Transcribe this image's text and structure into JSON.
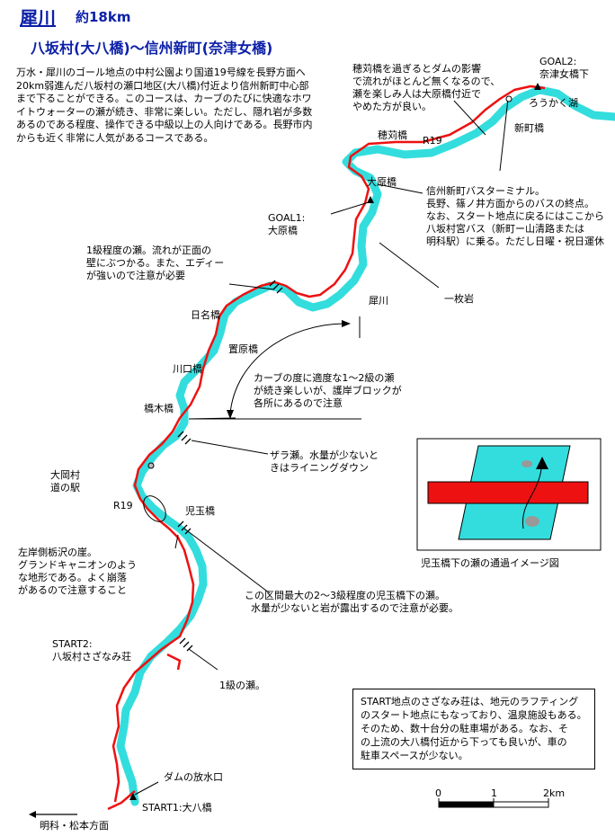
{
  "title": {
    "river": "犀川",
    "length": "約18km",
    "route": "八坂村(大八橋)〜信州新町(奈津女橋)"
  },
  "description": "万水・犀川のゴール地点の中村公園より国道19号線を長野方面へ20km弱進んだ八坂村の瀬口地区(大八橋)付近より信州新町中心部まで下ることができる。このコースは、カーブのたびに快適なホワイトウォーターの瀬が続き、非常に楽しい。ただし、隠れ岩が多数あるのである程度、操作できる中級以上の人向けである。長野市内からも近く非常に人気があるコースである。",
  "places": {
    "goal2": "GOAL2:\n奈津女橋下",
    "rokaku": "ろうかく湖",
    "shinmachi_bridge": "新町橋",
    "hozumi": "穂苅橋",
    "r19_top": "R19",
    "ohara": "大原橋",
    "goal1": "GOAL1:\n大原橋",
    "saigawa": "犀川",
    "ichimai": "一枚岩",
    "hina": "日名橋",
    "okihara": "置原橋",
    "kawaguchi": "川口橋",
    "hashigi": "橋木橋",
    "ooka": "大岡村\n道の駅",
    "r19_mid": "R19",
    "kodama": "児玉橋",
    "start2": "START2:\n八坂村さざなみ荘",
    "dam": "ダムの放水口",
    "start1": "START1:大八橋",
    "direction": "明科・松本方面"
  },
  "notes": {
    "dam_warning": "穂苅橋を過ぎるとダムの影響\nで流れがほとんど無くなるので、\n瀬を楽しみ人は大原橋付近で\nやめた方が良い。",
    "bus": "信州新町バスターミナル。\n長野、篠ノ井方面からのバスの終点。\nなお、スタート地点に戻るにはここから\n八坂村宮バス（新町ー山清路または\n明科駅）に乗る。ただし日曜・祝日運休",
    "rapid1": "1級程度の瀬。流れが正面の\n壁にぶつかる。また、エディー\nが強いので注意が必要",
    "curves": "カーブの度に適度な1〜2級の瀬\nが続き楽しいが、護岸ブロックが\n各所にあるので注意",
    "zara": "ザラ瀬。水量が少ないと\nきはライニングダウン",
    "cliff": "左岸側栃沢の崖。\nグランドキャニオンのよう\nな地形である。よく崩落\nがあるので注意すること",
    "kodama_rapid": "この区間最大の2〜3級程度の児玉橋下の瀬。\n  水量が少ないと岩が露出するので注意が必要。",
    "rapid_grade1": "1級の瀬。",
    "start_info": "START地点のさざなみ荘は、地元のラフティング\nのスタート地点にもなっており、温泉施設もある。\nそのため、数十台分の駐車場がある。なお、そ\nの上流の大八橋付近から下っても良いが、車の\n駐車スペースが少ない。"
  },
  "inset_caption": "児玉橋下の瀬の通過イメージ図",
  "scale": {
    "labels": [
      "0",
      "1",
      "2km"
    ]
  },
  "colors": {
    "river": "#33dddd",
    "road": "#ee1111",
    "title": "#0b1fa8",
    "inset_box": "#33dddd"
  }
}
